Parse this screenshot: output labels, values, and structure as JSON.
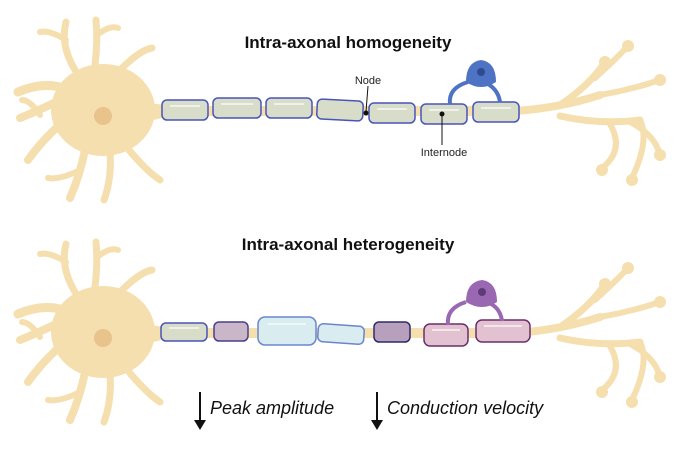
{
  "panels": [
    {
      "title": "Intra-axonal homogeneity",
      "oligo_color": "#4f73c4",
      "annotations": {
        "node": "Node",
        "internode": "Internode"
      }
    },
    {
      "title": "Intra-axonal heterogeneity",
      "oligo_color": "#9a67b2"
    }
  ],
  "effects": [
    {
      "label": "Peak amplitude",
      "direction": "decrease"
    },
    {
      "label": "Conduction velocity",
      "direction": "decrease"
    }
  ],
  "colors": {
    "neuron": "#f6dfae",
    "nucleus": "#e8c38c",
    "myelin_fill": "#d7ddc9",
    "myelin_border": "#4a55b8"
  }
}
